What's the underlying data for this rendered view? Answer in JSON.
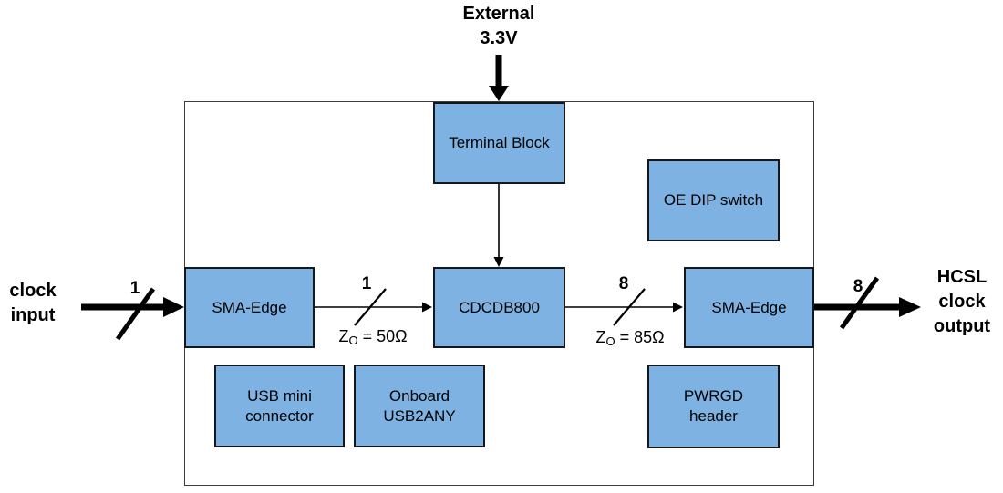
{
  "diagram": {
    "type": "block-diagram",
    "outside_labels": {
      "external_supply_line1": "External",
      "external_supply_line2": "3.3V",
      "clock_input_line1": "clock",
      "clock_input_line2": "input",
      "hcsl_output_line1": "HCSL",
      "hcsl_output_line2": "clock",
      "hcsl_output_line3": "output"
    },
    "blocks": {
      "terminal_block": "Terminal Block",
      "oe_dip_switch": "OE DIP switch",
      "sma_edge_input": "SMA-Edge",
      "cdcdb800": "CDCDB800",
      "sma_edge_output": "SMA-Edge",
      "usb_mini_line1": "USB mini",
      "usb_mini_line2": "connector",
      "usb2any_line1": "Onboard",
      "usb2any_line2": "USB2ANY",
      "pwrgd_line1": "PWRGD",
      "pwrgd_line2": "header"
    },
    "bus_widths": {
      "clock_input": "1",
      "sma_to_cdcdb800": "1",
      "cdcdb800_to_sma": "8",
      "clock_output": "8"
    },
    "impedance_labels": {
      "input_sym": "Z",
      "input_sub": "O",
      "input_value": " = 50Ω",
      "output_sym": "Z",
      "output_sub": "O",
      "output_value": " = 85Ω"
    },
    "colors": {
      "block_fill": "#7EB2E2",
      "block_border": "#14171C",
      "outer_border": "#3D3D3D",
      "line_color": "#000000",
      "text_color": "#000000"
    }
  }
}
